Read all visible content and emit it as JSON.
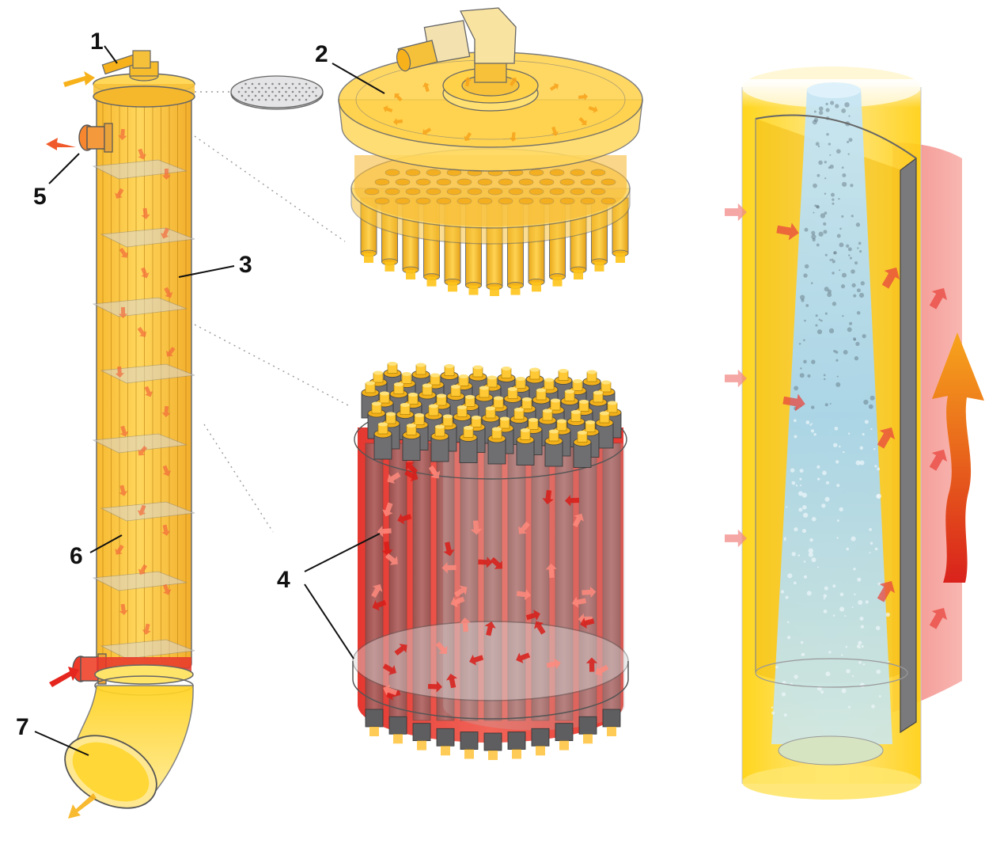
{
  "callouts": {
    "c1": "1",
    "c2": "2",
    "c3": "3",
    "c4": "4",
    "c5": "5",
    "c6": "6",
    "c7": "7"
  },
  "colors": {
    "yellow": "#ffd21f",
    "amber": "#f7b21b",
    "orange": "#f4751f",
    "red": "#e52a22",
    "grey_tube": "#6e6e70",
    "light_blue": "#a9d7ef",
    "outline": "#6d6d6d"
  },
  "icons": {
    "flow_arrow": "flow-arrow-icon",
    "heat_arrow": "heat-arrow-icon"
  }
}
